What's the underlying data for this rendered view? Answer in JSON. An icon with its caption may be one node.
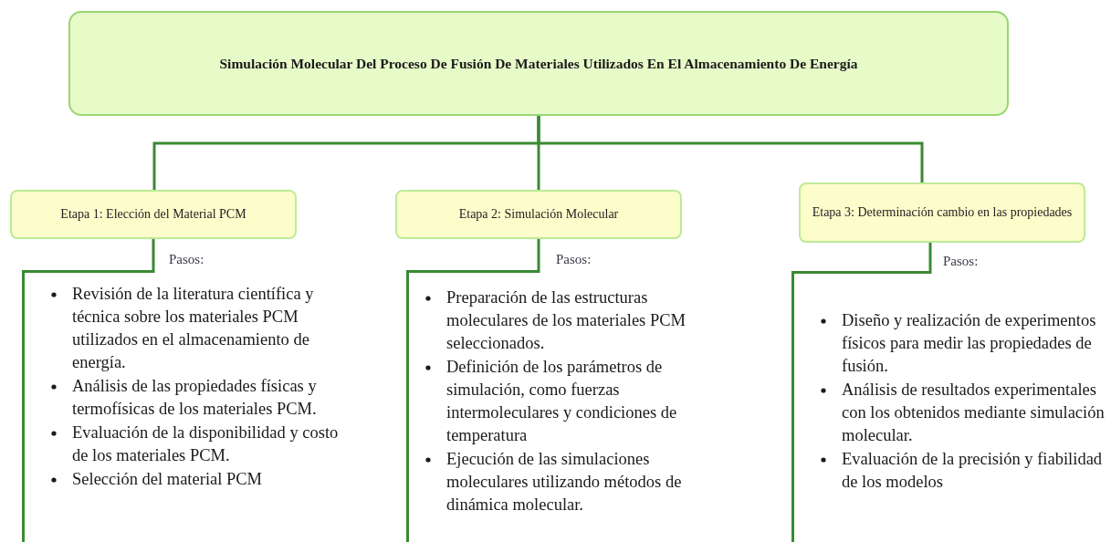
{
  "diagram": {
    "nodes": [
      {
        "text": [
          "Simulación Molecular Del Proceso De Fusión De Materiales Utilizados En El Almacenamiento De Energía"
        ]
      },
      {
        "text": [
          "Etapa 1: Elección del Material PCM"
        ]
      },
      {
        "text": [
          "Revisión de la literatura científica y técnica sobre los materiales PCM utilizados en el almacenamiento de energía.",
          "Análisis de las propiedades físicas y termofísicas de los materiales PCM.",
          "Evaluación de la disponibilidad y costo de los materiales PCM.",
          "Selección del material PCM"
        ]
      },
      {
        "text": [
          "Etapa 2: Simulación Molecular"
        ]
      },
      {
        "text": [
          "Preparación de las estructuras moleculares de los materiales PCM seleccionados.",
          "Definición de los parámetros de simulación, como fuerzas intermoleculares y condiciones de temperatura",
          "Ejecución de las simulaciones moleculares utilizando métodos de dinámica molecular."
        ]
      },
      {
        "text": [
          "Etapa 3: Determinación cambio en las propiedades"
        ]
      },
      {
        "text": [
          "Diseño y realización de experimentos físicos para medir las propiedades de fusión.",
          "Análisis de resultados experimentales con los obtenidos mediante simulación molecular.",
          "Evaluación de la precisión y fiabilidad de los modelos"
        ]
      }
    ],
    "edges": [
      {
        "from": 0,
        "to": 1,
        "arrow": "none"
      },
      {
        "from": 0,
        "to": 3,
        "arrow": "none"
      },
      {
        "from": 0,
        "to": 5,
        "arrow": "none"
      },
      {
        "from": 1,
        "to": 2,
        "arrow": "none",
        "label": "Pasos:"
      },
      {
        "from": 3,
        "to": 4,
        "arrow": "none",
        "label": "Pasos:"
      },
      {
        "from": 5,
        "to": 6,
        "arrow": "none",
        "label": "Pasos:"
      }
    ]
  }
}
